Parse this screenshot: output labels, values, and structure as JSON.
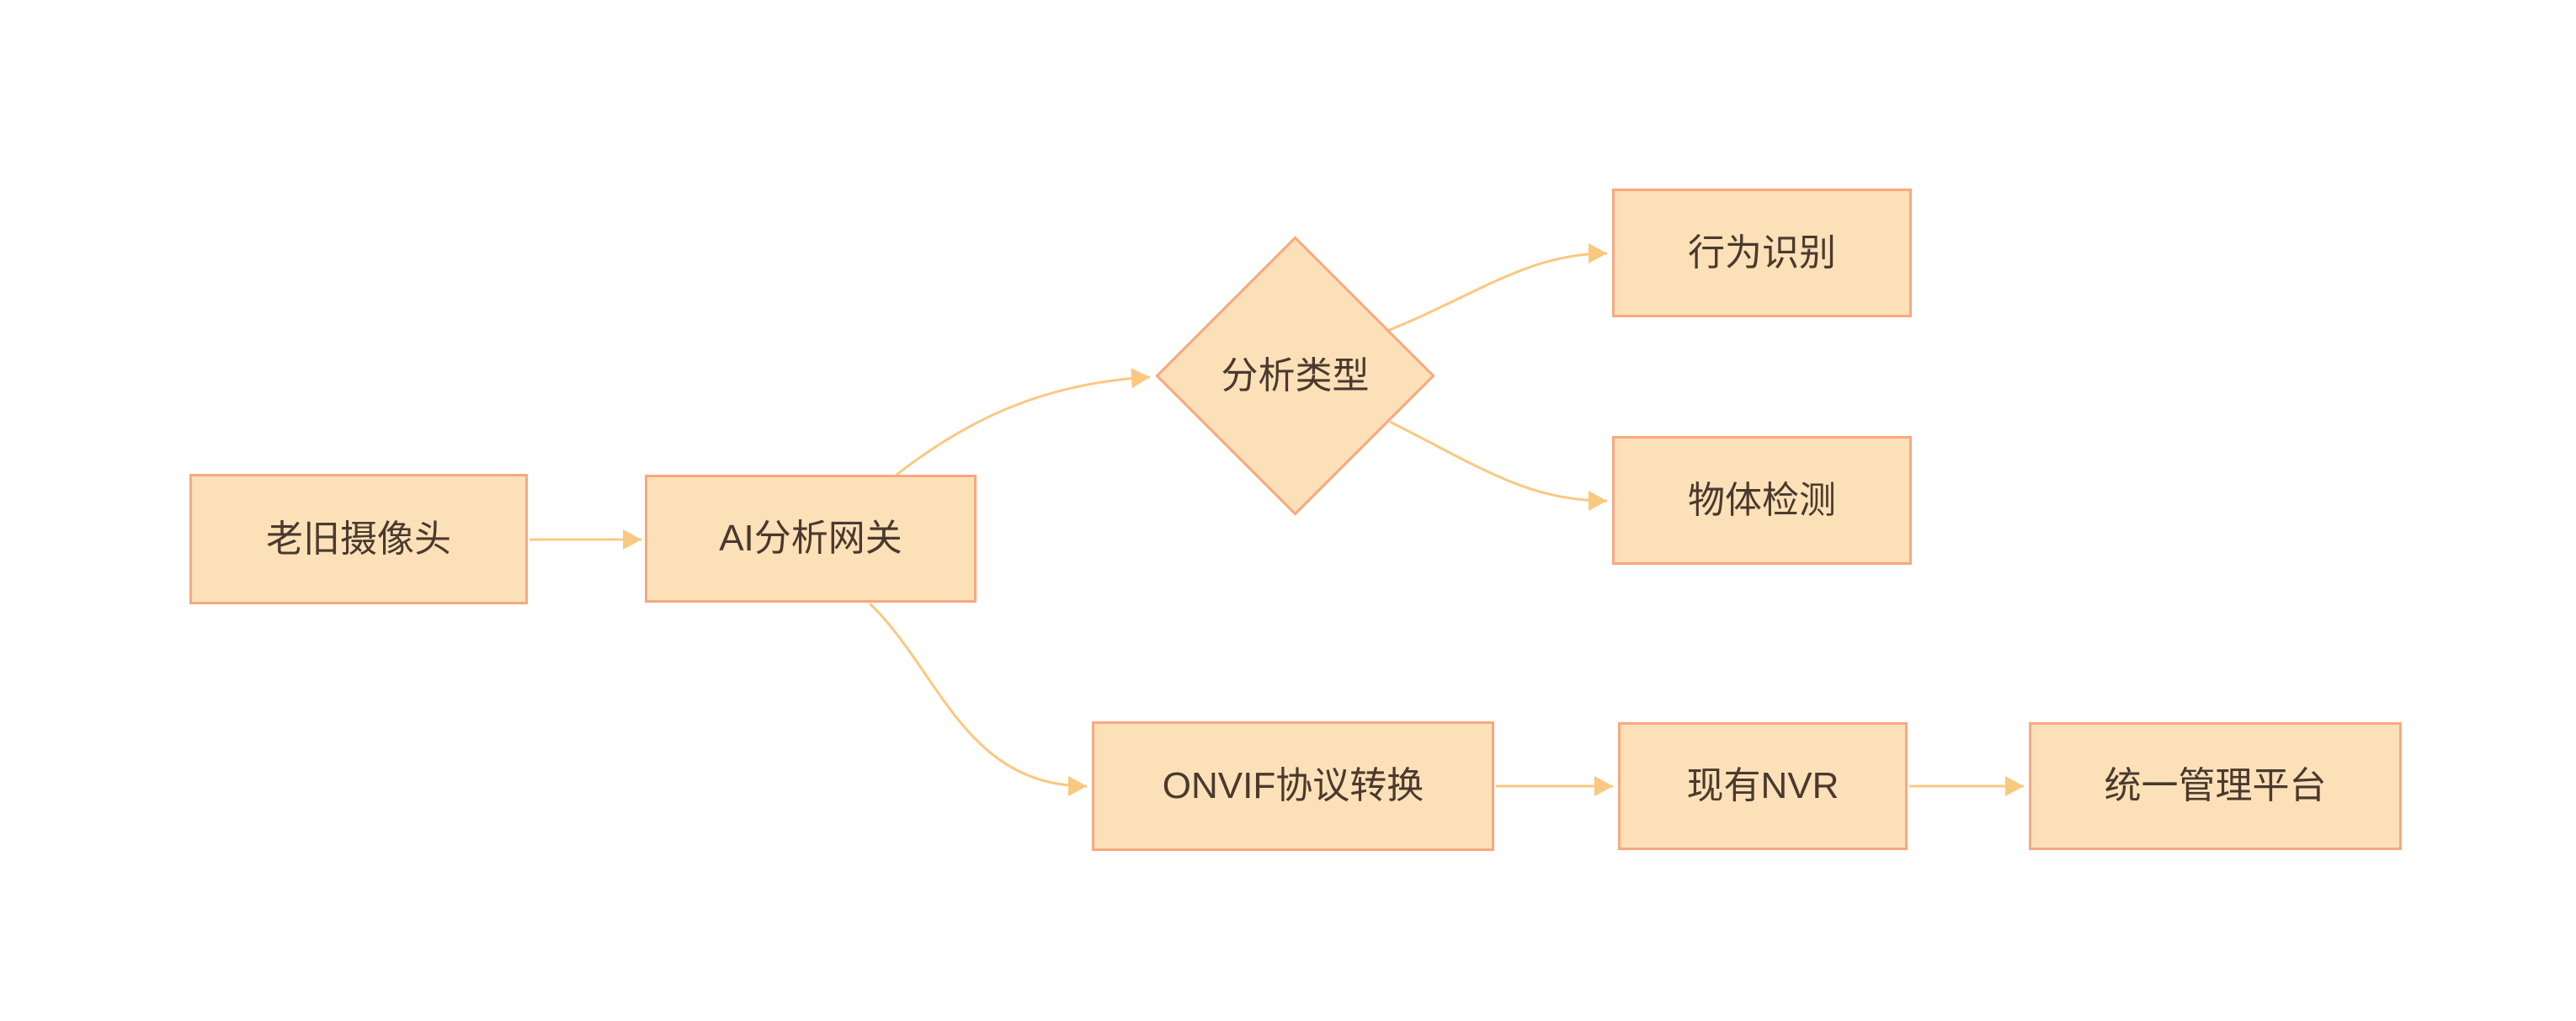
{
  "diagram": {
    "type": "flowchart",
    "theme": {
      "background": "#FFFFFF",
      "node_fill": "#FCE1B8",
      "node_border": "#F8A880",
      "edge_color": "#FBC880",
      "text_color": "#4A392E"
    },
    "nodes": {
      "camera": "老旧摄像头",
      "gateway": "AI分析网关",
      "decision": "分析类型",
      "behavior": "行为识别",
      "object_detect": "物体检测",
      "onvif": "ONVIF协议转换",
      "nvr": "现有NVR",
      "platform": "统一管理平台"
    },
    "edges": [
      {
        "from": "老旧摄像头",
        "to": "AI分析网关"
      },
      {
        "from": "AI分析网关",
        "to": "分析类型"
      },
      {
        "from": "AI分析网关",
        "to": "ONVIF协议转换"
      },
      {
        "from": "分析类型",
        "to": "行为识别"
      },
      {
        "from": "分析类型",
        "to": "物体检测"
      },
      {
        "from": "ONVIF协议转换",
        "to": "现有NVR"
      },
      {
        "from": "现有NVR",
        "to": "统一管理平台"
      }
    ]
  }
}
